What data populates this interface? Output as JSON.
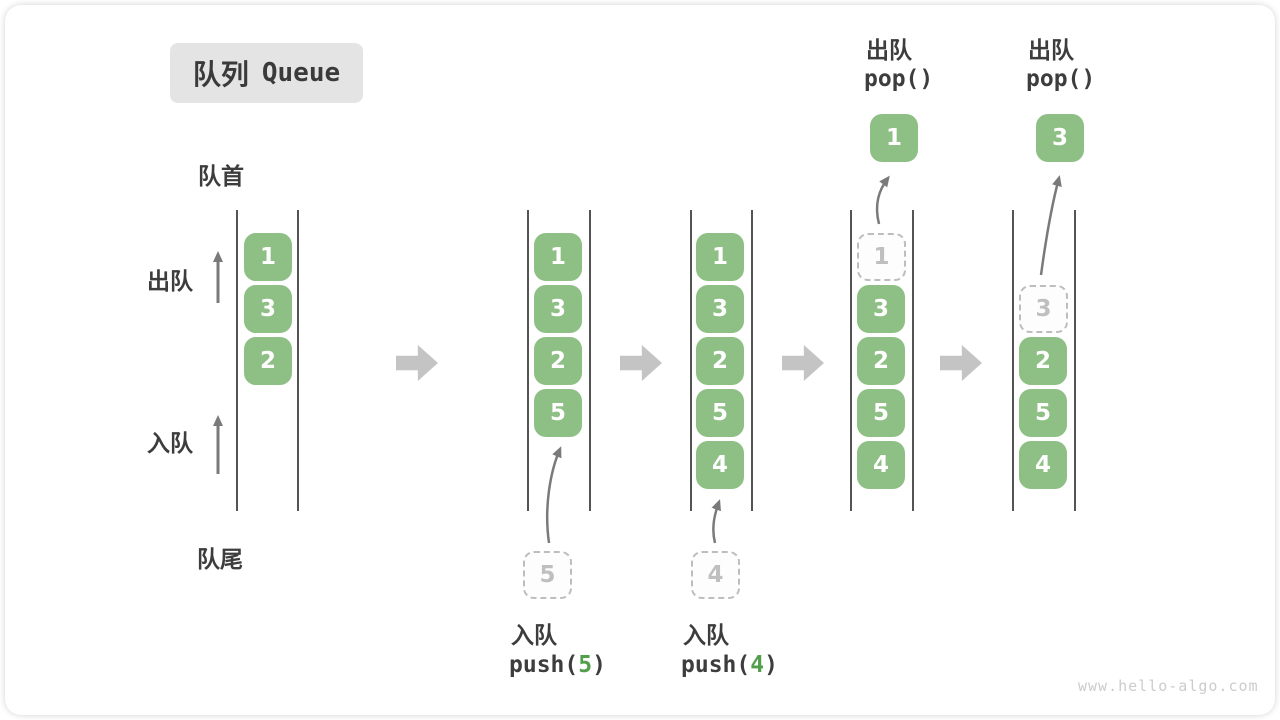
{
  "title": {
    "zh": "队列",
    "en": "Queue"
  },
  "labels": {
    "front": "队首",
    "rear": "队尾",
    "dequeue": "出队",
    "enqueue": "入队"
  },
  "pops": [
    {
      "zh": "出队",
      "code": "pop()"
    },
    {
      "zh": "出队",
      "code": "pop()"
    }
  ],
  "pushes": [
    {
      "zh": "入队",
      "code_pre": "push(",
      "arg": "5",
      "code_post": ")"
    },
    {
      "zh": "入队",
      "code_pre": "push(",
      "arg": "4",
      "code_post": ")"
    }
  ],
  "queues": {
    "q1": {
      "boxes": [
        "1",
        "3",
        "2"
      ]
    },
    "q2": {
      "boxes": [
        "1",
        "3",
        "2",
        "5"
      ],
      "incoming": "5"
    },
    "q3": {
      "boxes": [
        "1",
        "3",
        "2",
        "5",
        "4"
      ],
      "incoming": "4"
    },
    "q4": {
      "ghost": "1",
      "boxes": [
        "3",
        "2",
        "5",
        "4"
      ],
      "popped": "1"
    },
    "q5": {
      "ghost": "3",
      "boxes": [
        "2",
        "5",
        "4"
      ],
      "popped": "3"
    }
  },
  "watermark": "www.hello-algo.com",
  "colors": {
    "box_green": "#8ebf84",
    "arg_green": "#539e4a",
    "ghost_border": "#bdbdbd",
    "ghost_text": "#bfbfbf",
    "channel_line": "#545454",
    "thin_arrow": "#7a7a7a",
    "block_arrow": "#c4c4c4",
    "text_dark": "#3d3d3d",
    "title_bg": "#e4e4e4",
    "watermark": "#cccccc"
  }
}
